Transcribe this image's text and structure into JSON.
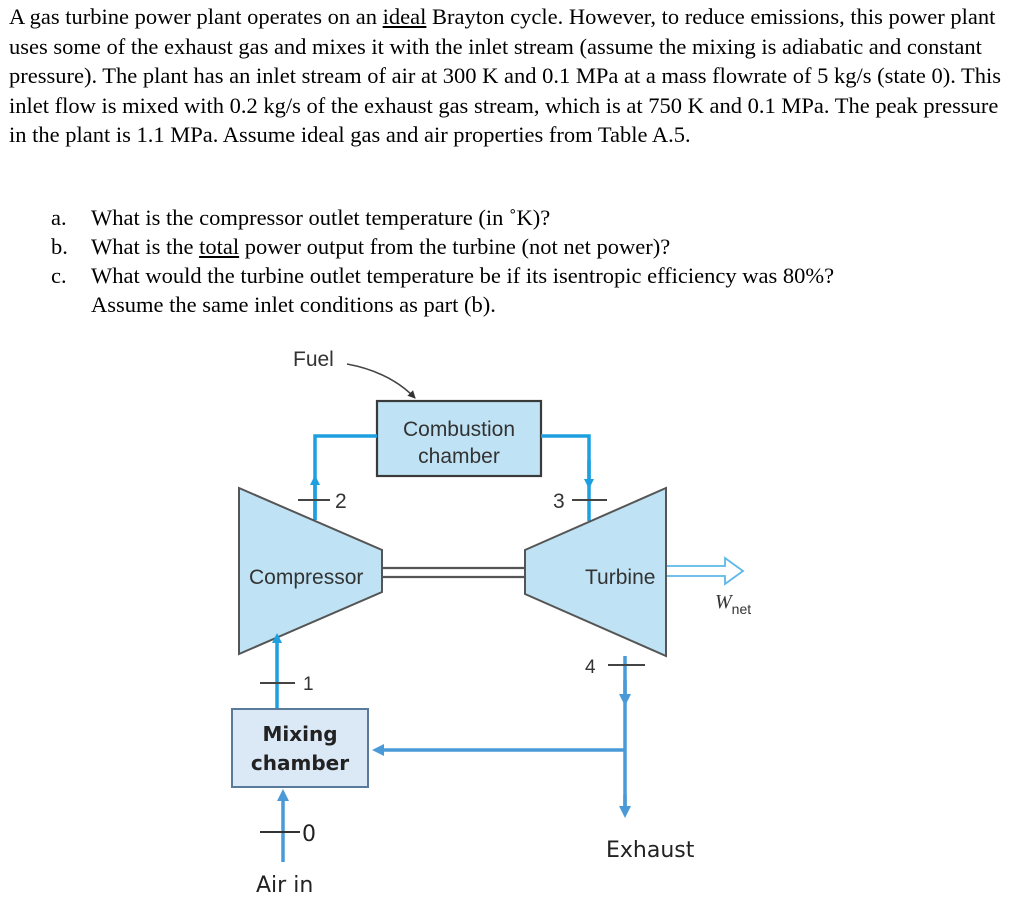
{
  "problem": {
    "text_before_ideal": "A gas turbine power plant operates on an ",
    "ideal": "ideal",
    "text_after_ideal": " Brayton cycle. However, to reduce emissions, this power plant uses some of the exhaust gas and mixes it with the inlet stream (assume the mixing is adiabatic and constant pressure). The plant has an inlet stream of air at 300 K and 0.1 MPa at a mass flowrate of 5 kg/s (state 0). This inlet flow is mixed with 0.2 kg/s of the exhaust gas stream, which is at 750 K and 0.1 MPa. The peak pressure in the plant is 1.1 MPa. Assume ideal gas and air properties from Table A.5."
  },
  "questions": [
    {
      "letter": "a.",
      "text": "What is the compressor outlet temperature (in ˚K)?"
    },
    {
      "letter": "b.",
      "text_before": "What is the ",
      "underlined": "total",
      "text_after": " power output from the turbine (not net power)?"
    },
    {
      "letter": "c.",
      "line1": "What would the turbine outlet temperature be if its isentropic efficiency was 80%?",
      "line2": "Assume the same inlet conditions as part (b)."
    }
  ],
  "diagram": {
    "fuel": "Fuel",
    "combustion_line1": "Combustion",
    "combustion_line2": "chamber",
    "compressor": "Compressor",
    "turbine": "Turbine",
    "wnet_main": "W",
    "wnet_sub": "net",
    "mixing_line1": "Mixing",
    "mixing_line2": "chamber",
    "air_in": "Air in",
    "exhaust": "Exhaust",
    "states": [
      "0",
      "1",
      "2",
      "3",
      "4"
    ],
    "colors": {
      "flow": "#1ea0e0",
      "flow_lower": "#4a9ad8",
      "component_fill": "#bfe3f5",
      "mixing_fill": "#dbe9f7"
    }
  }
}
